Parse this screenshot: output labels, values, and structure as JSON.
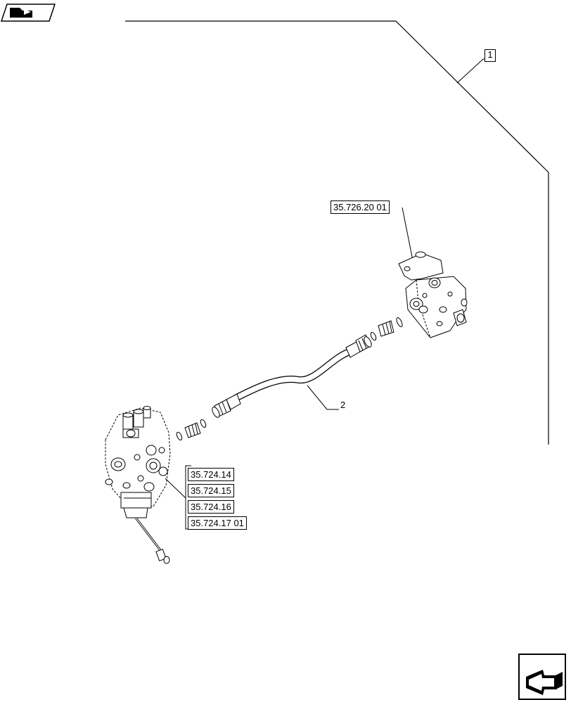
{
  "callouts": {
    "item_1": "1",
    "item_2": "2"
  },
  "references": {
    "control_valve_block": "35.726.20 01",
    "main_valve_refs": [
      "35.724.14",
      "35.724.15",
      "35.724.16",
      "35.724.17 01"
    ]
  },
  "icons": {
    "top_left": "view-arrow-icon",
    "bottom_right": "next-page-icon"
  },
  "colors": {
    "line": "#000000",
    "background": "#ffffff"
  }
}
